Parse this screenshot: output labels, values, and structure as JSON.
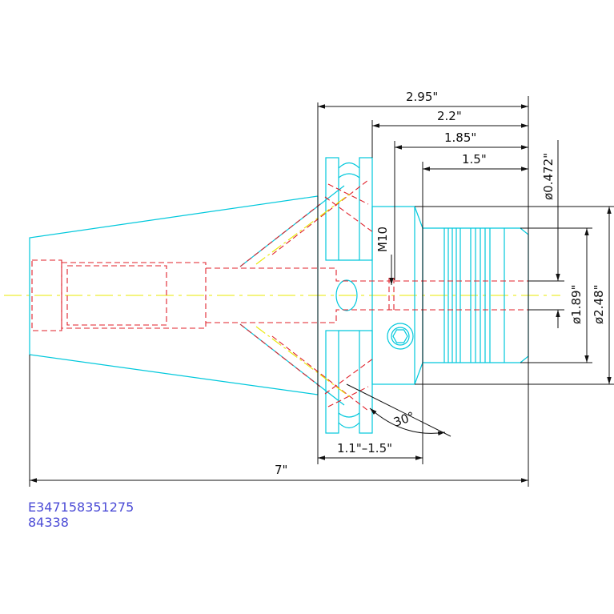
{
  "colors": {
    "outline": "#00c8dc",
    "hidden": "#e0202a",
    "centerline": "#e8e800",
    "dimension": "#111111",
    "code_text": "#4b4bd6",
    "background": "#ffffff"
  },
  "dimensions": {
    "d_295": "2.95\"",
    "d_22": "2.2\"",
    "d_185": "1.85\"",
    "d_15": "1.5\"",
    "d_0472": "ø0.472\"",
    "d_189": "ø1.89\"",
    "d_248": "ø2.48\"",
    "thread": "M10",
    "angle": "30°",
    "range": "1.1\"–1.5\"",
    "overall": "7\""
  },
  "part_code": {
    "line1": "E347158351275",
    "line2": "84338"
  }
}
